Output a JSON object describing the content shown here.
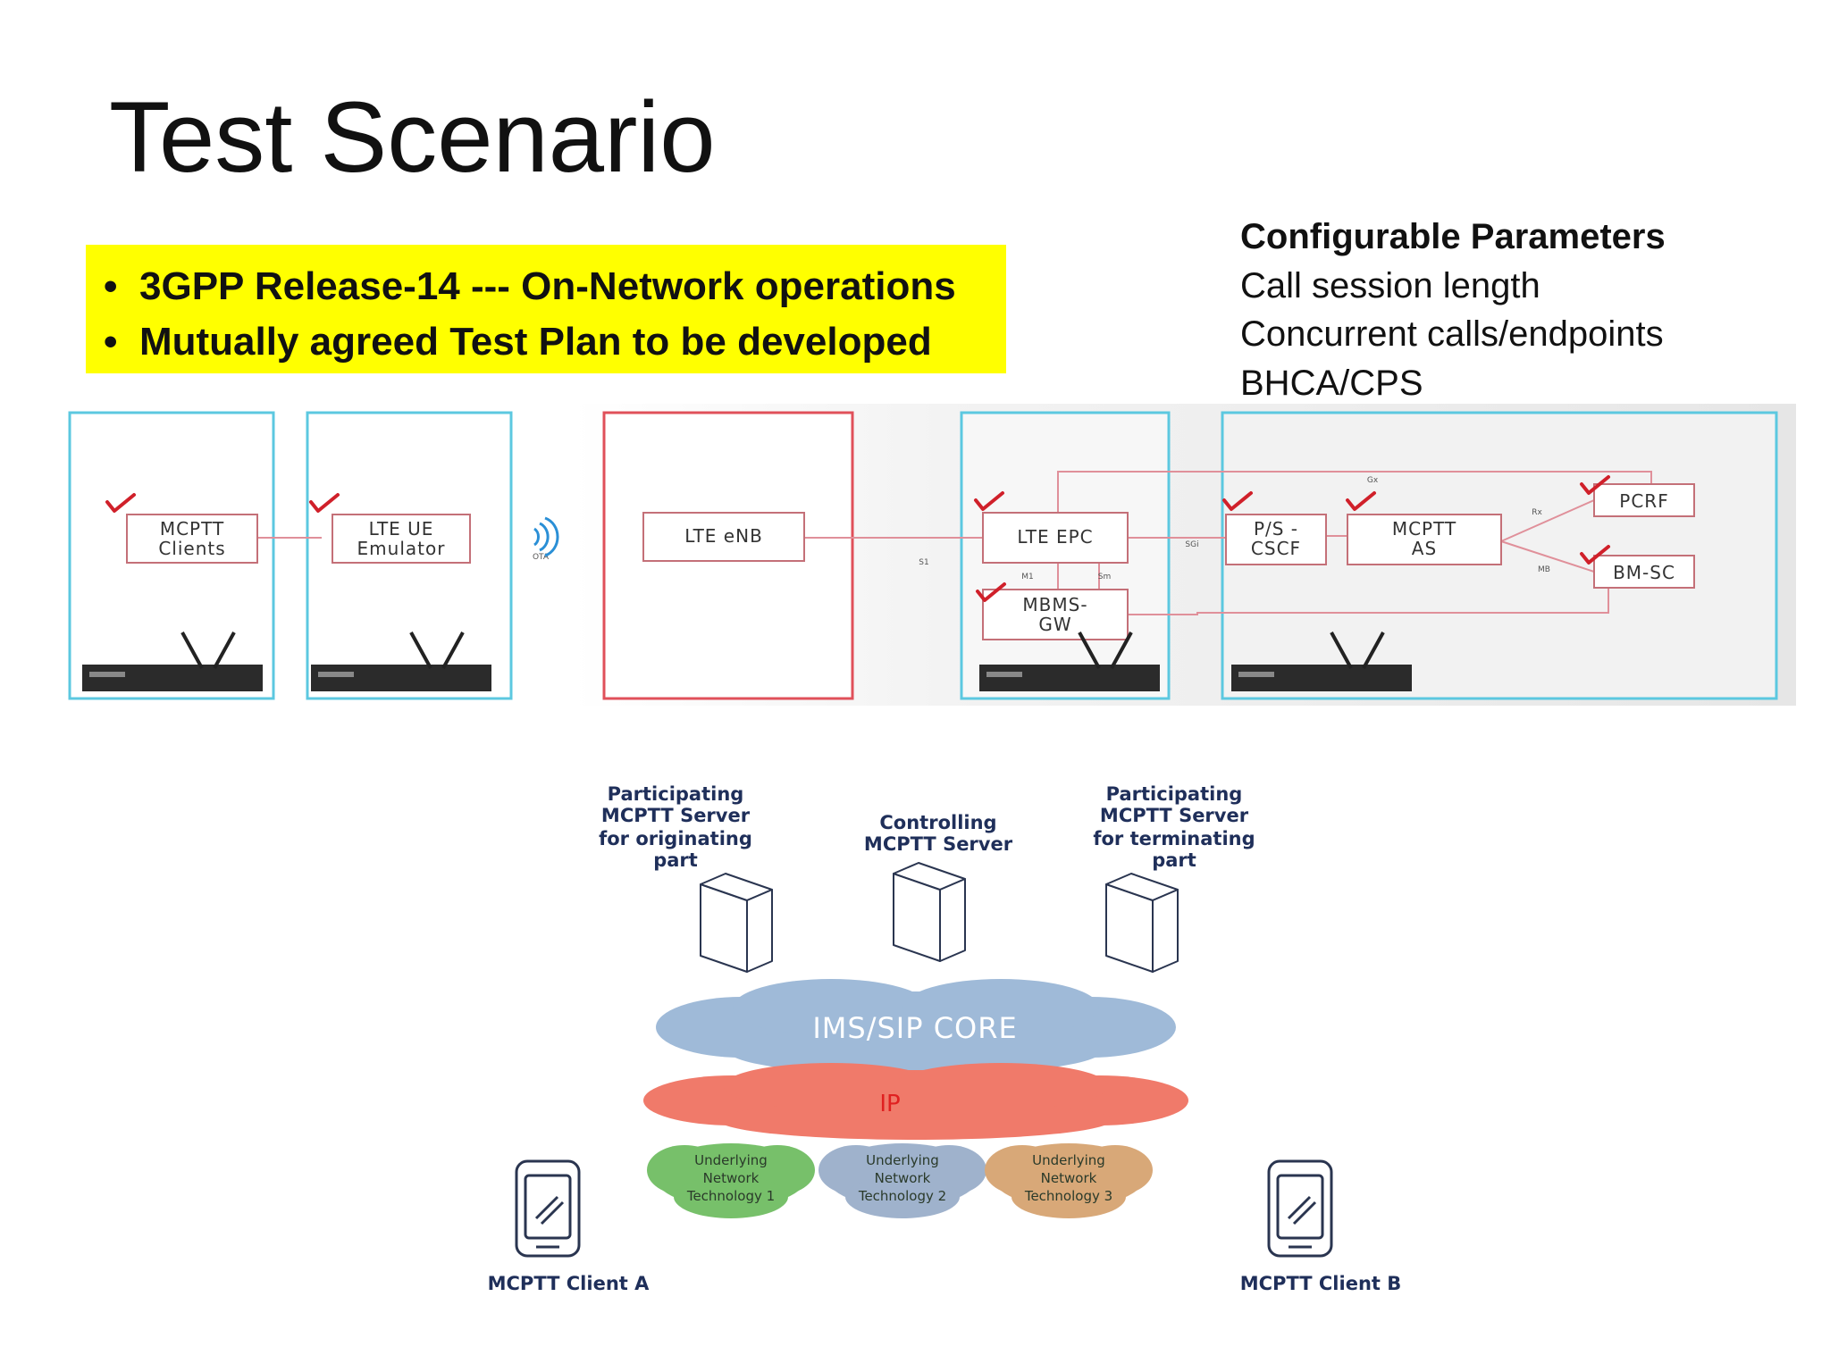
{
  "slide": {
    "title": "Test Scenario",
    "bullets": [
      "3GPP Release-14  --- On-Network operations",
      "Mutually agreed Test Plan to be developed"
    ],
    "params": {
      "heading": "Configurable Parameters",
      "items": [
        "Call session length",
        "Concurrent calls/endpoints",
        "BHCA/CPS"
      ]
    }
  },
  "network": {
    "nodes": {
      "mcptt_clients": [
        "MCPTT",
        "Clients"
      ],
      "lte_ue": [
        "LTE UE",
        "Emulator"
      ],
      "lte_enb": "LTE eNB",
      "lte_epc": "LTE EPC",
      "mbms_gw": [
        "MBMS-",
        "GW"
      ],
      "pcscf": [
        "P/S -",
        "CSCF"
      ],
      "mcptt_as": [
        "MCPTT",
        "AS"
      ],
      "pcrf": "PCRF",
      "bmsc": "BM-SC"
    },
    "links": {
      "ota": "OTA",
      "s1": "S1",
      "sgi": "SGi",
      "gx": "Gx",
      "rx": "Rx",
      "mb": "MB",
      "m1": "M1",
      "sm": "Sm"
    },
    "colors": {
      "frame_cyan": "#5cc8e0",
      "frame_red": "#e0505a",
      "check": "#d0202a"
    }
  },
  "mcptt": {
    "servers": {
      "originating": [
        "Participating",
        "MCPTT Server",
        "for originating",
        "part"
      ],
      "controlling": [
        "Controlling",
        "MCPTT Server"
      ],
      "terminating": [
        "Participating",
        "MCPTT Server",
        "for terminating",
        "part"
      ]
    },
    "clouds": {
      "ims": "IMS/SIP CORE",
      "ip": "IP",
      "tech1": [
        "Underlying",
        "Network",
        "Technology 1"
      ],
      "tech2": [
        "Underlying",
        "Network",
        "Technology 2"
      ],
      "tech3": [
        "Underlying",
        "Network",
        "Technology 3"
      ]
    },
    "clients": {
      "a": "MCPTT Client A",
      "b": "MCPTT Client B"
    },
    "colors": {
      "ims": "#9fbad8",
      "ip": "#f07a6a",
      "tech1": "#77c06a",
      "tech2": "#9fb2cc",
      "tech3": "#d8a878",
      "label": "#1f2f5a"
    }
  }
}
